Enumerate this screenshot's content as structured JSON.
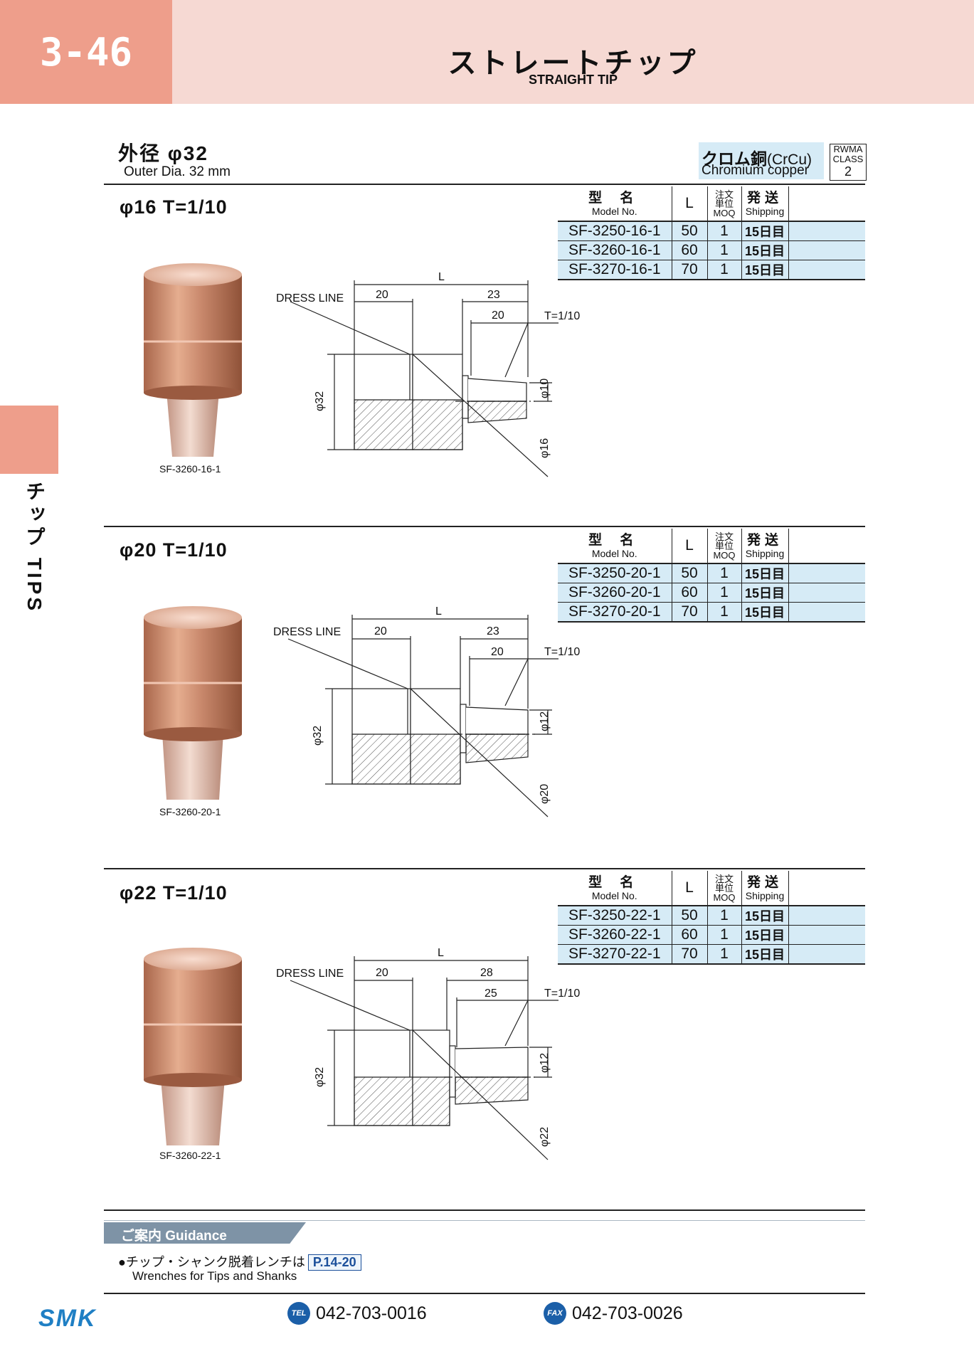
{
  "header": {
    "page_no": "3-46",
    "title": "ストレートチップ",
    "subtitle": "STRAIGHT TIP"
  },
  "side_tab": {
    "label": "チップ TIPS"
  },
  "outer_dia": {
    "jp": "外径 φ32",
    "en": "Outer Dia. 32 mm"
  },
  "material": {
    "jp": "クロム銅",
    "jp_sub": "(CrCu)",
    "en": "Chromium copper",
    "rwma_1": "RWMA",
    "rwma_2": "CLASS",
    "rwma_class": "2"
  },
  "table_header": {
    "model_jp": "型 名",
    "model_en": "Model No.",
    "length": "L",
    "moq_jp_1": "注文",
    "moq_jp_2": "単位",
    "moq_en": "MOQ",
    "ship_jp": "発送",
    "ship_en": "Shipping"
  },
  "drawing_labels": {
    "dress_line": "DRESS LINE",
    "length": "L",
    "outer": "φ32"
  },
  "sections": [
    {
      "title": "φ16 T=1/10",
      "photo_caption": "SF-3260-16-1",
      "dims": {
        "a": "20",
        "b": "23",
        "c": "20",
        "taper": "T=1/10",
        "tip": "φ10",
        "shank": "φ16"
      },
      "rows": [
        {
          "model": "SF-3250-16-1",
          "L": "50",
          "moq": "1",
          "ship": "15日目"
        },
        {
          "model": "SF-3260-16-1",
          "L": "60",
          "moq": "1",
          "ship": "15日目"
        },
        {
          "model": "SF-3270-16-1",
          "L": "70",
          "moq": "1",
          "ship": "15日目"
        }
      ]
    },
    {
      "title": "φ20 T=1/10",
      "photo_caption": "SF-3260-20-1",
      "dims": {
        "a": "20",
        "b": "23",
        "c": "20",
        "taper": "T=1/10",
        "tip": "φ12",
        "shank": "φ20"
      },
      "rows": [
        {
          "model": "SF-3250-20-1",
          "L": "50",
          "moq": "1",
          "ship": "15日目"
        },
        {
          "model": "SF-3260-20-1",
          "L": "60",
          "moq": "1",
          "ship": "15日目"
        },
        {
          "model": "SF-3270-20-1",
          "L": "70",
          "moq": "1",
          "ship": "15日目"
        }
      ]
    },
    {
      "title": "φ22 T=1/10",
      "photo_caption": "SF-3260-22-1",
      "dims": {
        "a": "20",
        "b": "28",
        "c": "25",
        "taper": "T=1/10",
        "tip": "φ12",
        "shank": "φ22"
      },
      "rows": [
        {
          "model": "SF-3250-22-1",
          "L": "50",
          "moq": "1",
          "ship": "15日目"
        },
        {
          "model": "SF-3260-22-1",
          "L": "60",
          "moq": "1",
          "ship": "15日目"
        },
        {
          "model": "SF-3270-22-1",
          "L": "70",
          "moq": "1",
          "ship": "15日目"
        }
      ]
    }
  ],
  "guidance": {
    "title": "ご案内 Guidance",
    "item_jp": "●チップ・シャンク脱着レンチは",
    "item_ref": "P.14-20",
    "item_en": "Wrenches for Tips and Shanks"
  },
  "footer": {
    "logo": "SMK",
    "tel_icon": "TEL",
    "tel": "042-703-0016",
    "fax_icon": "FAX",
    "fax": "042-703-0026"
  }
}
